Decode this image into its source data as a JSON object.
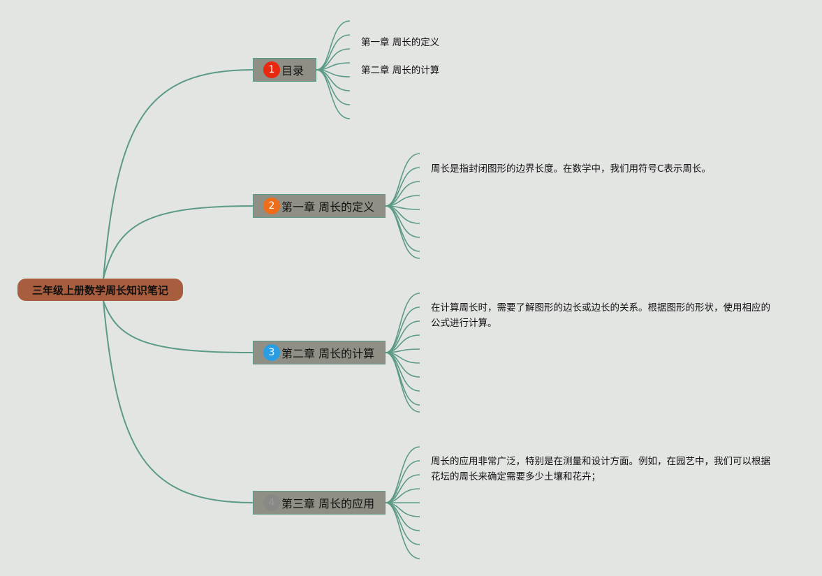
{
  "colors": {
    "background": "#e3e5e3",
    "root": "#a85d3e",
    "branch_box": "#8f8f85",
    "connector": "#5b9a86"
  },
  "root": {
    "label": "三年级上册数学周长知识笔记"
  },
  "branches": [
    {
      "badge_number": "1",
      "badge_color": "#e8290f",
      "badge_text_color": "#ffffff",
      "label": "目录",
      "children": [
        "第一章 周长的定义",
        "第二章 周长的计算"
      ]
    },
    {
      "badge_number": "2",
      "badge_color": "#ed6d1a",
      "badge_text_color": "#ffffff",
      "label": "第一章 周长的定义",
      "children": [
        "周长是指封闭图形的边界长度。在数学中，我们用符号C表示周长。"
      ]
    },
    {
      "badge_number": "3",
      "badge_color": "#2a9ee3",
      "badge_text_color": "#ffffff",
      "label": "第二章 周长的计算",
      "children": [
        "在计算周长时，需要了解图形的边长或边长的关系。根据图形的形状，使用相应的公式进行计算。"
      ]
    },
    {
      "badge_number": "4",
      "badge_color": "#888886",
      "badge_text_color": "#999996",
      "label": "第三章 周长的应用",
      "children": [
        "周长的应用非常广泛，特别是在测量和设计方面。例如，在园艺中，我们可以根据花坛的周长来确定需要多少土壤和花卉；"
      ]
    }
  ]
}
